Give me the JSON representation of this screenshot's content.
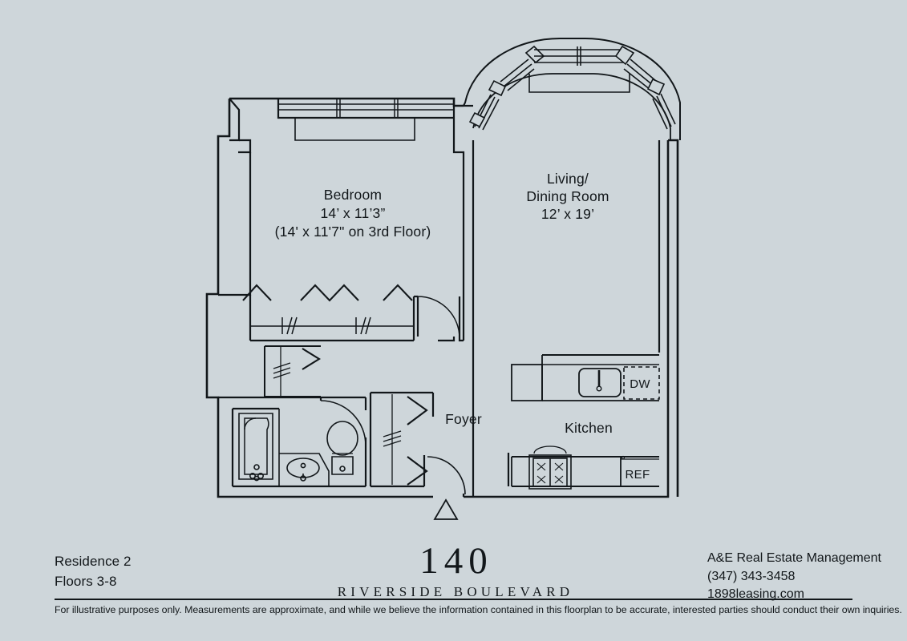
{
  "page": {
    "background_color": "#ced6da",
    "line_color": "#12171a"
  },
  "floorplan": {
    "rooms": [
      {
        "name": "Bedroom",
        "line1": "Bedroom",
        "line2": "14’ x 11’3”",
        "line3": "(14' x 11'7\" on 3rd Floor)"
      },
      {
        "name": "Living/Dining",
        "line1": "Living/",
        "line2": "Dining Room",
        "line3": "12’ x 19’"
      },
      {
        "name": "Foyer",
        "line1": "Foyer",
        "line2": "",
        "line3": ""
      },
      {
        "name": "Kitchen",
        "line1": "Kitchen",
        "line2": "",
        "line3": ""
      }
    ],
    "appliances": [
      {
        "label": "DW",
        "desc": "dishwasher"
      },
      {
        "label": "REF",
        "desc": "refrigerator"
      }
    ]
  },
  "footer": {
    "left": {
      "residence": "Residence 2",
      "floors": "Floors 3-8"
    },
    "brand": {
      "number": "140",
      "street": "RIVERSIDE BOULEVARD"
    },
    "contact": {
      "company": "A&E Real Estate Management",
      "phone": "(347) 343-3458",
      "website": "1898leasing.com"
    },
    "disclaimer": "For illustrative purposes only.  Measurements are approximate, and while we believe the information contained in this floorplan to be accurate, interested parties should conduct their own inquiries."
  }
}
